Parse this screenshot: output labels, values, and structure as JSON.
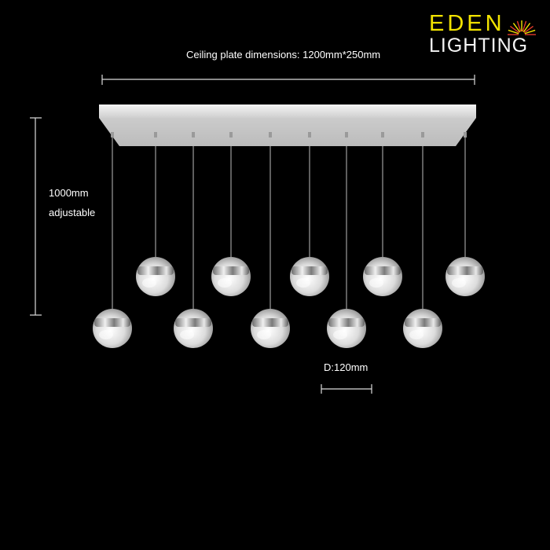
{
  "brand": {
    "word1": "EDEN",
    "word2": "LIGHTING",
    "accent_color": "#f2e300",
    "burst_color": "#e23a2a",
    "icon": "sunburst-icon"
  },
  "dimensions": {
    "plate_caption": "Ceiling plate dimensions: 1200mm*250mm",
    "height_value": "1000mm",
    "height_note": "adjustable",
    "diameter_caption": "D:120mm"
  },
  "fixture": {
    "color_plate": "#d9d9d9",
    "color_wire": "#bdbdbd",
    "color_globe": "#e6e6e6",
    "color_chrome": "#9a9a9a",
    "pendant_count": 10
  }
}
